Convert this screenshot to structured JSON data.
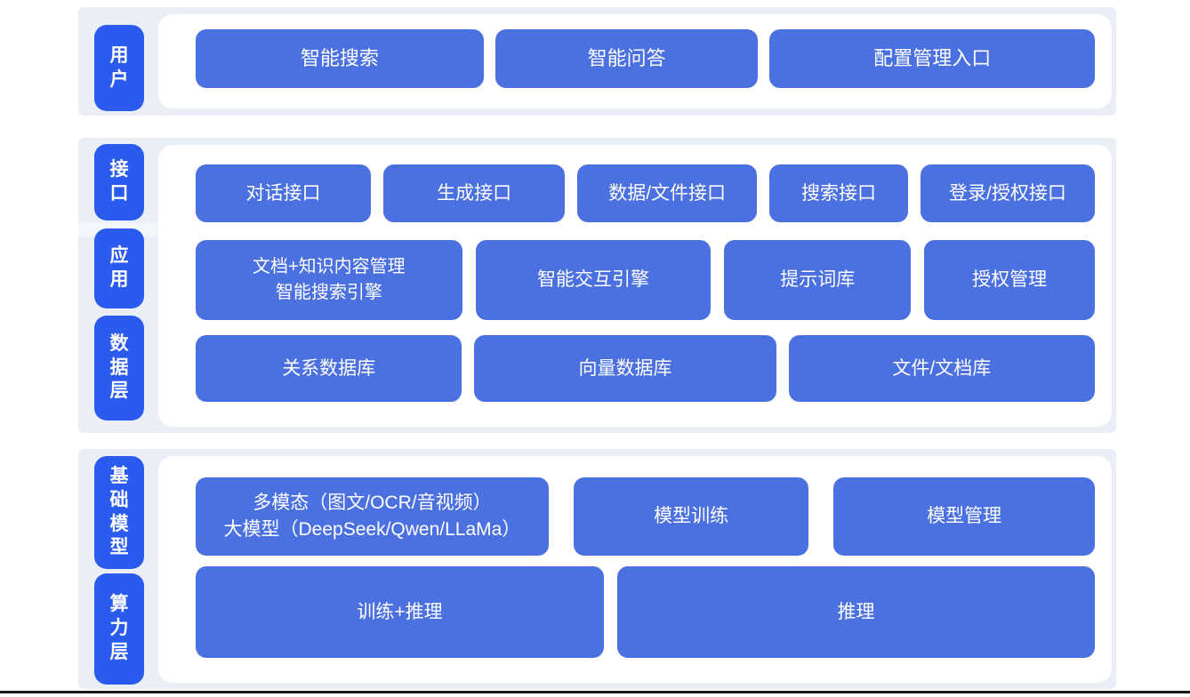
{
  "colors": {
    "background": "#ffffff",
    "band": "#eaeef6",
    "panel": "#ffffff",
    "label_pill": "#2a5aee",
    "box": "#4b70e0",
    "box_text": "#ffffff",
    "bottom_edge": "#17191c"
  },
  "layers": [
    {
      "id": "user",
      "labels": [
        {
          "id": "user",
          "text": "用户"
        }
      ],
      "rows": [
        {
          "buttons": [
            {
              "label": "智能搜索"
            },
            {
              "label": "智能问答"
            },
            {
              "label": "配置管理入口"
            }
          ]
        }
      ]
    },
    {
      "id": "interface-application-data",
      "labels": [
        {
          "id": "interface",
          "text": "接口"
        },
        {
          "id": "application",
          "text": "应用"
        },
        {
          "id": "data-layer",
          "text": "数据层"
        }
      ],
      "rows": [
        {
          "buttons": [
            {
              "label": "对话接口"
            },
            {
              "label": "生成接口"
            },
            {
              "label": "数据/文件接口"
            },
            {
              "label": "搜索接口"
            },
            {
              "label": "登录/授权接口"
            }
          ]
        },
        {
          "buttons": [
            {
              "line1": "文档+知识内容管理",
              "line2": "智能搜索引擎"
            },
            {
              "label": "智能交互引擎"
            },
            {
              "label": "提示词库"
            },
            {
              "label": "授权管理"
            }
          ]
        },
        {
          "buttons": [
            {
              "label": "关系数据库"
            },
            {
              "label": "向量数据库"
            },
            {
              "label": "文件/文档库"
            }
          ]
        }
      ]
    },
    {
      "id": "model-compute",
      "labels": [
        {
          "id": "base-model",
          "text": "基础模型"
        },
        {
          "id": "compute-layer",
          "text": "算力层"
        }
      ],
      "rows": [
        {
          "buttons": [
            {
              "line1": "多模态（图文/OCR/音视频）",
              "line2": "大模型（DeepSeek/Qwen/LLaMa）"
            },
            {
              "label": "模型训练"
            },
            {
              "label": "模型管理"
            }
          ]
        },
        {
          "buttons": [
            {
              "label": "训练+推理"
            },
            {
              "label": "推理"
            }
          ]
        }
      ]
    }
  ]
}
